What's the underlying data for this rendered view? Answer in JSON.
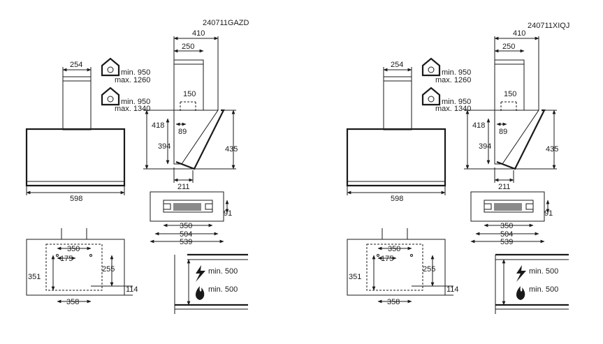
{
  "diagrams": [
    {
      "model": "240711GAZD",
      "labels": {
        "top_width": "410",
        "chimney_w_side": "250",
        "chimney_w_front": "254",
        "recirc_min": "min. 950",
        "recirc_max": "max. 1260",
        "extract_min": "min. 950",
        "extract_max": "max. 1340",
        "d150": "150",
        "d89": "89",
        "d418": "418",
        "d394": "394",
        "d435": "435",
        "d211": "211",
        "d598": "598",
        "d91": "91",
        "d350_bottom": "350",
        "d504": "504",
        "d539": "539",
        "wall_350": "350",
        "wall_175": "175",
        "wall_255": "255",
        "wall_351": "351",
        "wall_114": "114",
        "wall_358": "358",
        "min_gas": "min. 500",
        "min_elec": "min. 500"
      }
    },
    {
      "model": "240711XIQJ",
      "labels": {
        "top_width": "410",
        "chimney_w_side": "250",
        "chimney_w_front": "254",
        "recirc_min": "min. 950",
        "recirc_max": "max. 1260",
        "extract_min": "min. 950",
        "extract_max": "max. 1340",
        "d150": "150",
        "d89": "89",
        "d418": "418",
        "d394": "394",
        "d435": "435",
        "d211": "211",
        "d598": "598",
        "d91": "91",
        "d350_bottom": "350",
        "d504": "504",
        "d539": "539",
        "wall_350": "350",
        "wall_175": "175",
        "wall_255": "255",
        "wall_351": "351",
        "wall_114": "114",
        "wall_358": "358",
        "min_gas": "min. 500",
        "min_elec": "min. 500"
      }
    }
  ],
  "icons": {
    "recirculation": "house-fan-icon",
    "extraction": "outlet-arrow-icon",
    "electric_hob": "lightning-icon",
    "gas_hob": "flame-icon"
  }
}
